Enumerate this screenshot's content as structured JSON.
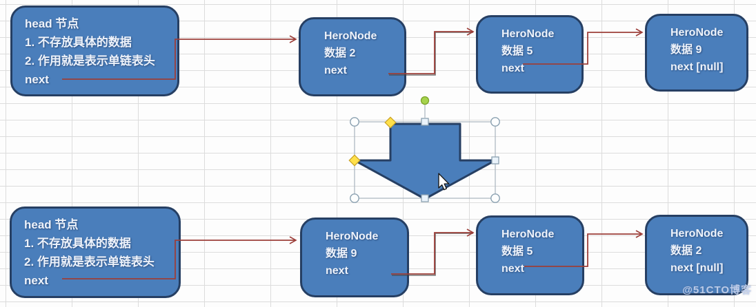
{
  "colors": {
    "canvas_bg": "#fdfdfd",
    "grid_line": "#dcdcdc",
    "node_fill": "#4a7ebb",
    "node_border": "#263f63",
    "connector": "#9c3e39",
    "selection": "#a9b4be",
    "handle_fill": "#eaf3fb",
    "rotate_handle": "#a6d34d",
    "adjust_handle": "#ffe04a",
    "text": "#eef3fb"
  },
  "watermark": {
    "text": "@51CTO博客"
  },
  "diagram": {
    "selected_shape": "down-arrow",
    "top_list": {
      "head": {
        "lines": [
          "head 节点",
          "1. 不存放具体的数据",
          "2. 作用就是表示单链表头",
          "next"
        ]
      },
      "nodes": [
        {
          "title": "HeroNode",
          "data": "数据 2",
          "next": "next"
        },
        {
          "title": "HeroNode",
          "data": "数据 5",
          "next": "next"
        },
        {
          "title": "HeroNode",
          "data": "数据 9",
          "next": "next [null]"
        }
      ]
    },
    "bottom_list": {
      "head": {
        "lines": [
          "head 节点",
          "1. 不存放具体的数据",
          "2. 作用就是表示单链表头",
          "next"
        ]
      },
      "nodes": [
        {
          "title": "HeroNode",
          "data": "数据 9",
          "next": "next"
        },
        {
          "title": "HeroNode",
          "data": "数据 5",
          "next": "next"
        },
        {
          "title": "HeroNode",
          "data": "数据 2",
          "next": "next [null]"
        }
      ]
    }
  }
}
